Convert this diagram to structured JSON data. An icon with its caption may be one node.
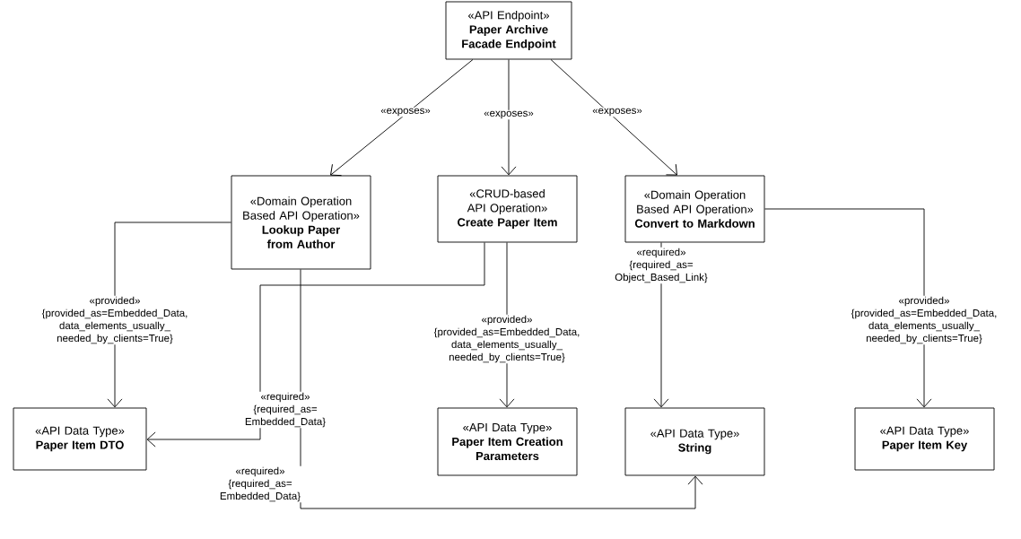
{
  "diagram": {
    "nodes": [
      {
        "text": [
          "«API Endpoint»",
          "Paper Archive Facade Endpoint"
        ]
      },
      {
        "text": [
          "«Domain Operation Based API Operation»",
          "Lookup Paper from Author"
        ]
      },
      {
        "text": [
          "«CRUD-based API Operation»",
          "Create Paper Item"
        ]
      },
      {
        "text": [
          "«Domain Operation Based API Operation»",
          "Convert to Markdown"
        ]
      },
      {
        "text": [
          "«API Data Type»",
          "Paper Item DTO"
        ]
      },
      {
        "text": [
          "«API Data Type»",
          "Paper Item Creation Parameters"
        ]
      },
      {
        "text": [
          "«API Data Type»",
          "String"
        ]
      },
      {
        "text": [
          "«API Data Type»",
          "Paper Item Key"
        ]
      }
    ],
    "edges": [
      {
        "from": 0,
        "to": 1,
        "arrow": "to",
        "label": "«exposes»"
      },
      {
        "from": 0,
        "to": 2,
        "arrow": "to",
        "label": "«exposes»"
      },
      {
        "from": 0,
        "to": 3,
        "arrow": "to",
        "label": "«exposes»"
      },
      {
        "from": 1,
        "to": 4,
        "arrow": "to",
        "label": "«provided» {provided_as=Embedded_Data, data_elements_usually_ needed_by_clients=True}"
      },
      {
        "from": 2,
        "to": 4,
        "arrow": "to",
        "label": "«required» {required_as= Embedded_Data}"
      },
      {
        "from": 2,
        "to": 5,
        "arrow": "to",
        "label": "«provided» {provided_as=Embedded_Data, data_elements_usually_ needed_by_clients=True}"
      },
      {
        "from": 3,
        "to": 6,
        "arrow": "to",
        "label": "«required» {required_as= Object_Based_Link}"
      },
      {
        "from": 3,
        "to": 7,
        "arrow": "to",
        "label": "«provided» {provided_as=Embedded_Data, data_elements_usually_ needed_by_clients=True}"
      },
      {
        "from": 1,
        "to": 6,
        "arrow": "to",
        "label": "«required» {required_as= Embedded_Data}"
      }
    ]
  }
}
